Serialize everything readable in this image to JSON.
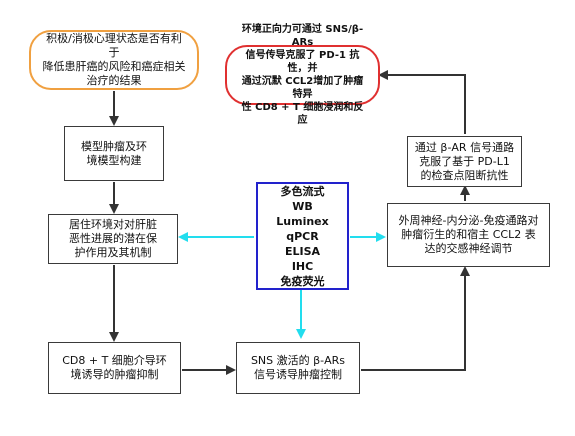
{
  "nodes": {
    "question": "积极/消极心理状态是否有利于\n降低患肝癌的风险和癌症相关\n治疗的结果",
    "model_build": "模型肿瘤及环\n境模型构建",
    "protective": "居住环境对对肝脏\n恶性进展的潜在保\n护作用及其机制",
    "cd8_suppression": "CD8 + T 细胞介导环\n境诱导的肿瘤抑制",
    "sns_control": "SNS 激活的 β-ARs\n信号诱导肿瘤控制",
    "peripheral": "外周神经-内分泌-免疫通路对\n肿瘤衍生的和宿主 CCL2 表\n达的交感神经调节",
    "checkpoint": "通过 β-AR 信号通路\n克服了基于 PD-L1\n的检查点阻断抗性",
    "conclusion": "环境正向力可通过 SNS/β-ARs\n信号传导克服了 PD-1 抗性，并\n通过沉默 CCL2增加了肿瘤特异\n性 CD8 + T 细胞浸润和反应",
    "methods": [
      "多色流式",
      "WB",
      "Luminex",
      "qPCR",
      "ELISA",
      "IHC",
      "免疫荧光"
    ]
  },
  "colors": {
    "orange_border": "#f0a040",
    "red_border": "#e03030",
    "methods_border": "#2222cc",
    "cyan_arrow": "#22ddee",
    "dark_arrow": "#333333"
  }
}
